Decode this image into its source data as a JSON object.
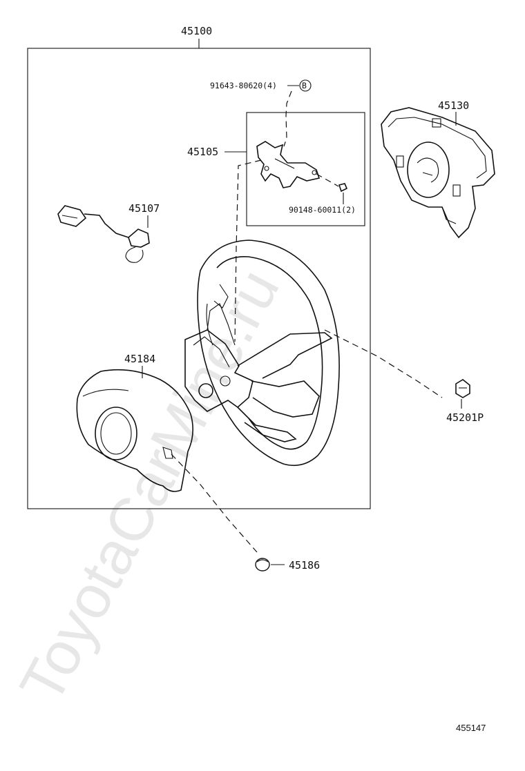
{
  "watermark": "ToyotaCarMine.ru",
  "reference_number": "455147",
  "parts": {
    "assembly": "45100",
    "screw": "91643-80620(4)",
    "screw_marker": "B",
    "bracket": "45105",
    "screw_small": "90148-60011(2)",
    "pad": "45130",
    "wire": "45107",
    "cover": "45184",
    "nut": "45201P",
    "plug": "45186"
  }
}
